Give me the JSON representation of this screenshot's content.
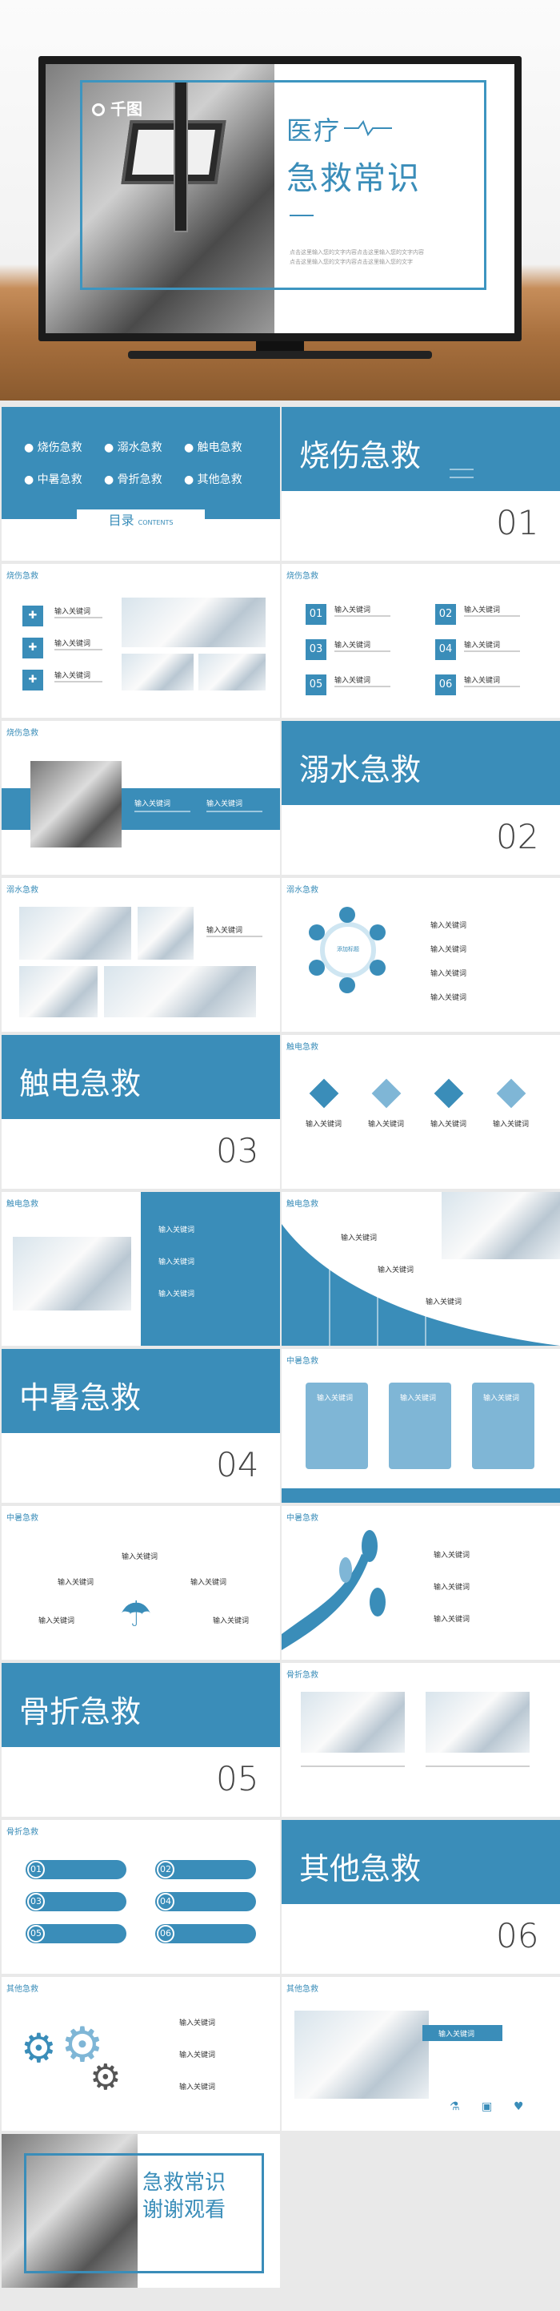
{
  "hero": {
    "logo": "千图",
    "title_line1": "医疗",
    "title_line2": "急救常识",
    "desc_line1": "点击这里输入您的文字内容点击这里输入您的文字内容",
    "desc_line2": "点击这里输入您的文字内容点击这里输入您的文字"
  },
  "toc": {
    "items": [
      "烧伤急救",
      "溺水急救",
      "触电急救",
      "中暑急救",
      "骨折急救",
      "其他急救"
    ],
    "label": "目录",
    "label_en": "CONTENTS"
  },
  "sections": [
    {
      "title": "烧伤急救",
      "num": "01"
    },
    {
      "title": "溺水急救",
      "num": "02"
    },
    {
      "title": "触电急救",
      "num": "03"
    },
    {
      "title": "中暑急救",
      "num": "04"
    },
    {
      "title": "骨折急救",
      "num": "05"
    },
    {
      "title": "其他急救",
      "num": "06"
    }
  ],
  "common": {
    "keyword": "输入关键词",
    "numbers": [
      "01",
      "02",
      "03",
      "04",
      "05",
      "06"
    ],
    "center": "添加标题"
  },
  "ending": {
    "line1": "急救常识",
    "line2": "谢谢观看"
  },
  "colors": {
    "accent": "#3a8db9",
    "light": "#7fb6d6"
  }
}
